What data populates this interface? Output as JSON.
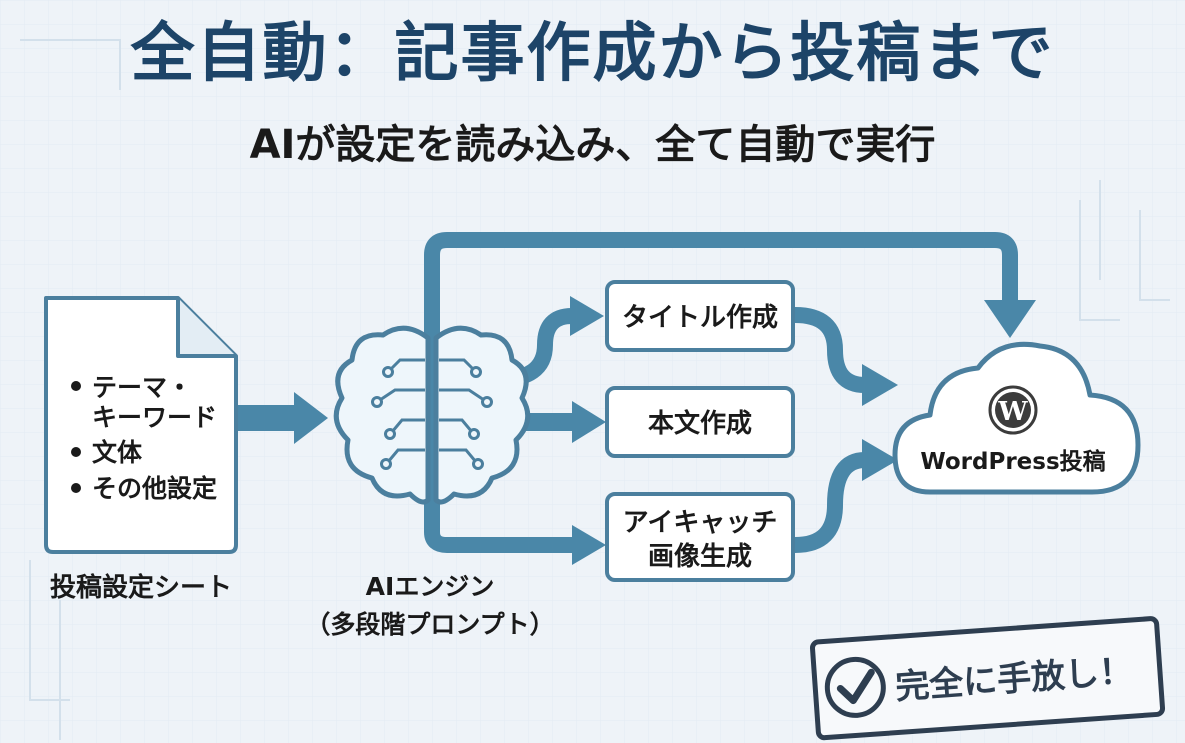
{
  "header": {
    "title": "全自動：記事作成から投稿まで",
    "subtitle": "AIが設定を読み込み、全て自動で実行"
  },
  "sheet": {
    "items": [
      "テーマ・",
      "キーワード",
      "文体",
      "その他設定"
    ],
    "caption": "投稿設定シート"
  },
  "engine": {
    "caption_line1": "AIエンジン",
    "caption_line2": "（多段階プロンプト）"
  },
  "steps": {
    "title": "タイトル作成",
    "body": "本文作成",
    "image_line1": "アイキャッチ",
    "image_line2": "画像生成"
  },
  "wordpress": {
    "label": "WordPress投稿",
    "logo_letter": "W"
  },
  "stamp": {
    "text": "完全に手放し！"
  },
  "colors": {
    "arrow": "#4a87a8",
    "outline": "#4b7f9e",
    "title": "#1d4468",
    "stamp": "#2e3e50",
    "background": "#eef3f8"
  }
}
